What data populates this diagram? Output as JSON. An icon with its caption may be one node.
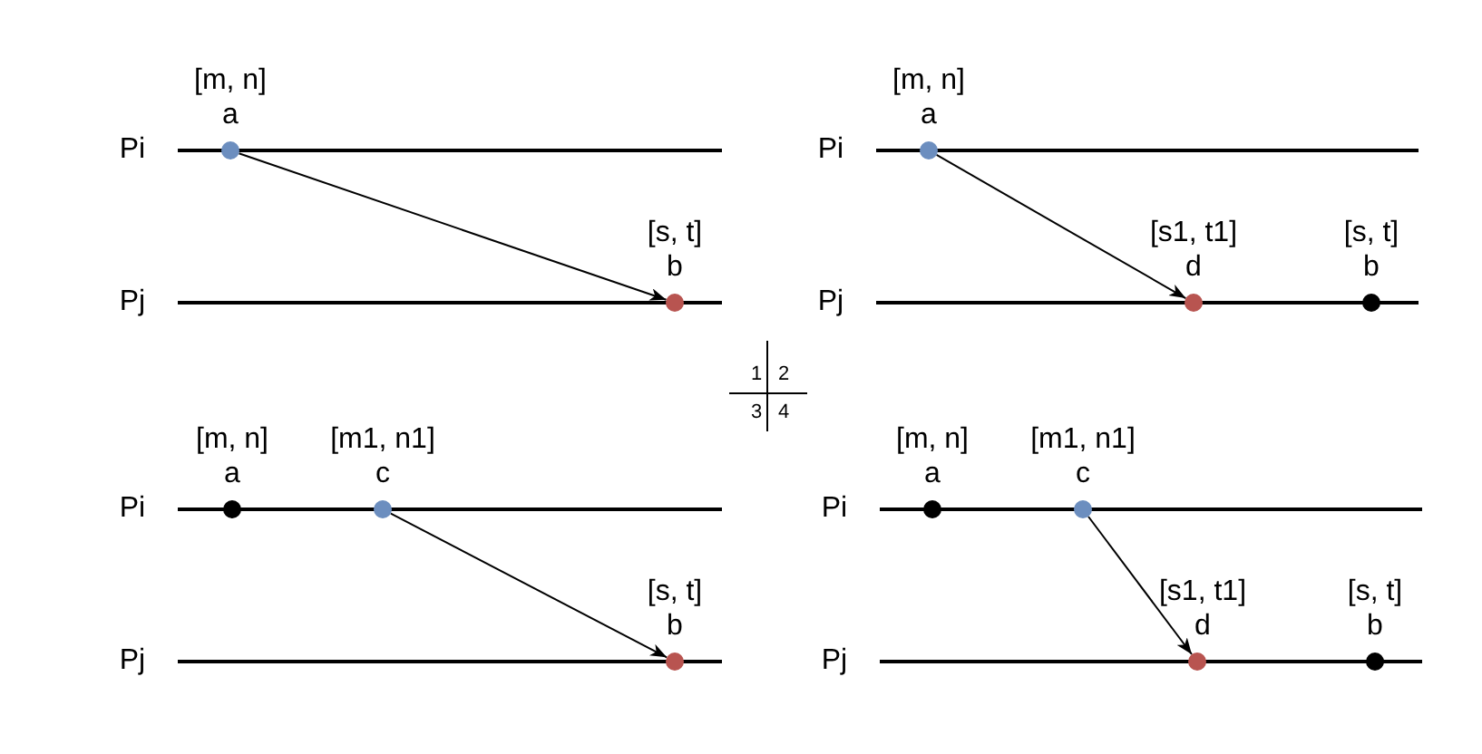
{
  "diagram": {
    "nodes": [
      {
        "text": [],
        "shape": "circle",
        "beside": [
          "[m, n]",
          "a"
        ]
      },
      {
        "text": [],
        "shape": "circle",
        "beside": [
          "[s, t]",
          "b"
        ]
      },
      {
        "text": [],
        "shape": "circle",
        "beside": [
          "[m, n]",
          "a"
        ]
      },
      {
        "text": [],
        "shape": "circle",
        "beside": [
          "[s1, t1]",
          "d"
        ]
      },
      {
        "text": [],
        "shape": "circle",
        "beside": [
          "[s, t]",
          "b"
        ]
      },
      {
        "text": [],
        "shape": "circle",
        "beside": [
          "[m, n]",
          "a"
        ]
      },
      {
        "text": [],
        "shape": "circle",
        "beside": [
          "[m1, n1]",
          "c"
        ]
      },
      {
        "text": [],
        "shape": "circle",
        "beside": [
          "[s, t]",
          "b"
        ]
      },
      {
        "text": [],
        "shape": "circle",
        "beside": [
          "[m, n]",
          "a"
        ]
      },
      {
        "text": [],
        "shape": "circle",
        "beside": [
          "[m1, n1]",
          "c"
        ]
      },
      {
        "text": [],
        "shape": "circle",
        "beside": [
          "[s1, t1]",
          "d"
        ]
      },
      {
        "text": [],
        "shape": "circle",
        "beside": [
          "[s, t]",
          "b"
        ]
      }
    ],
    "edges": [
      {
        "from": 0,
        "to": 1,
        "arrow": "to"
      },
      {
        "from": 2,
        "to": 3,
        "arrow": "to"
      },
      {
        "from": 6,
        "to": 7,
        "arrow": "to"
      },
      {
        "from": 9,
        "to": 10,
        "arrow": "to"
      }
    ],
    "labels": [
      "Pi",
      "Pi",
      "Pj",
      "Pj",
      "1",
      "2",
      "3",
      "4",
      "Pi",
      "Pi",
      "Pj",
      "Pj"
    ]
  }
}
